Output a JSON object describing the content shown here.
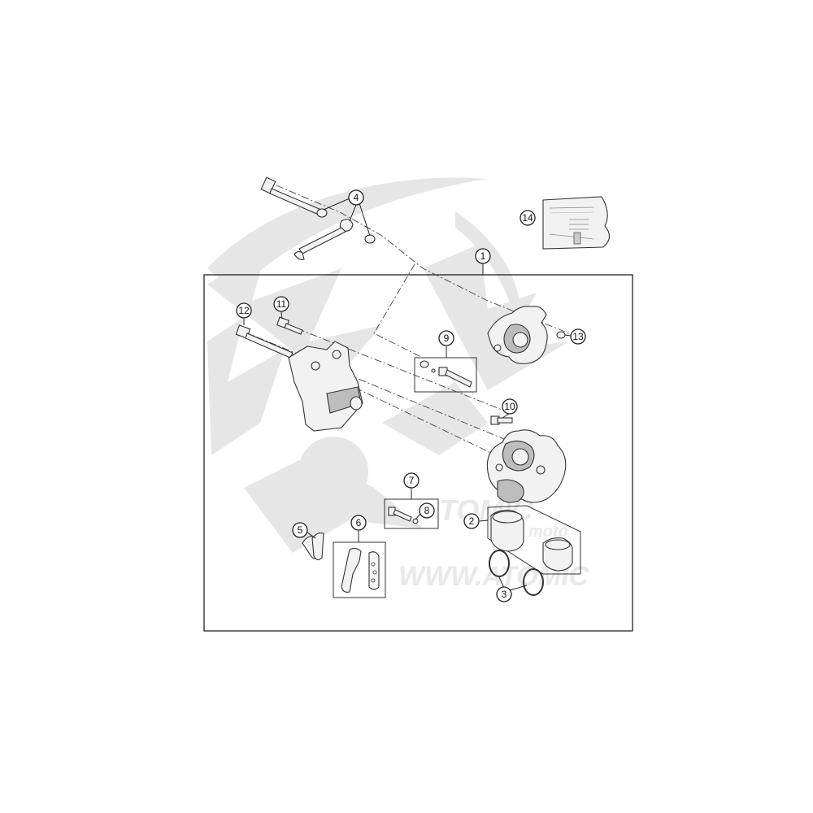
{
  "diagram": {
    "callouts": [
      {
        "id": "c1",
        "label": "1"
      },
      {
        "id": "c2",
        "label": "2"
      },
      {
        "id": "c3",
        "label": "3"
      },
      {
        "id": "c4",
        "label": "4"
      },
      {
        "id": "c5",
        "label": "5"
      },
      {
        "id": "c6",
        "label": "6"
      },
      {
        "id": "c7",
        "label": "7"
      },
      {
        "id": "c8",
        "label": "8"
      },
      {
        "id": "c9",
        "label": "9"
      },
      {
        "id": "c10",
        "label": "10"
      },
      {
        "id": "c11",
        "label": "11"
      },
      {
        "id": "c12",
        "label": "12"
      },
      {
        "id": "c13",
        "label": "13"
      },
      {
        "id": "c14",
        "label": "14"
      }
    ]
  },
  "watermark": {
    "brand": "TOMIC",
    "sub": "moto",
    "url": "WWW.ATOMIC"
  },
  "colors": {
    "line": "#222222",
    "watermark": "#e6e6e6"
  }
}
